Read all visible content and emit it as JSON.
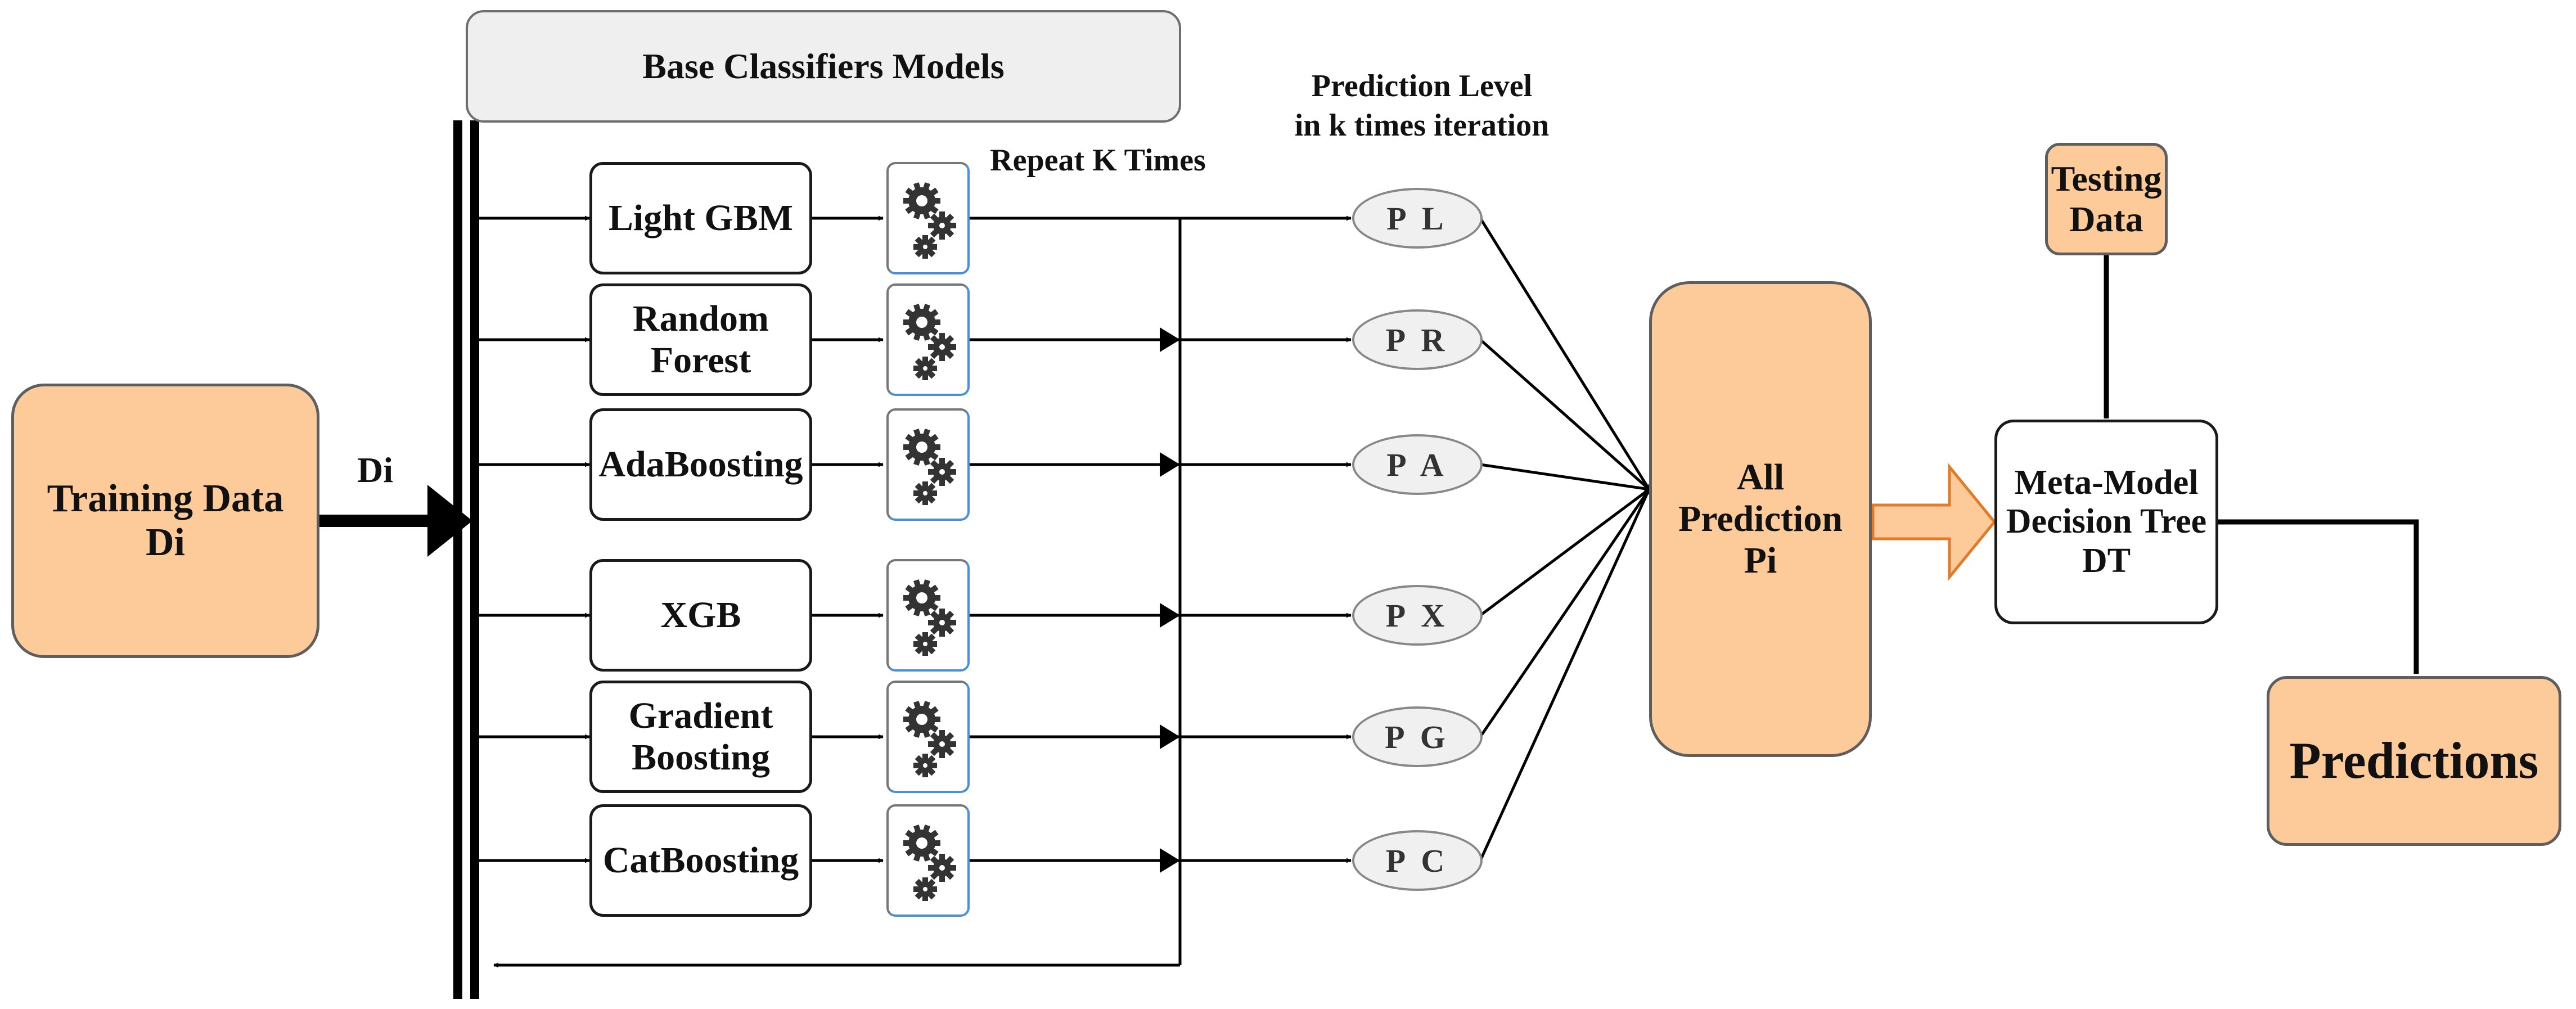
{
  "header": {
    "title": "Base Classifiers Models"
  },
  "training": {
    "label": "Training Data\nDi",
    "arrow_label": "Di"
  },
  "models": [
    {
      "label": "Light GBM",
      "output": "P L"
    },
    {
      "label": "Random\nForest",
      "output": "P R"
    },
    {
      "label": "AdaBoosting",
      "output": "P A"
    },
    {
      "label": "XGB",
      "output": "P X"
    },
    {
      "label": "Gradient\nBoosting",
      "output": "P G"
    },
    {
      "label": "CatBoosting",
      "output": "P C"
    }
  ],
  "repeat_label": "Repeat K Times",
  "prediction_level_label": "Prediction Level\nin k times iteration",
  "all_prediction": {
    "label": "All Prediction\nPi"
  },
  "testing": {
    "label": "Testing\nData"
  },
  "meta": {
    "label": "Meta-Model\nDecision Tree\nDT"
  },
  "final": {
    "label": "Predictions"
  },
  "icons": {
    "model_icon": "gears-icon"
  },
  "colors": {
    "accent_fill": "#fccb99",
    "accent_border": "#5e5e5e",
    "arrow_outline": "#e07b2a"
  }
}
